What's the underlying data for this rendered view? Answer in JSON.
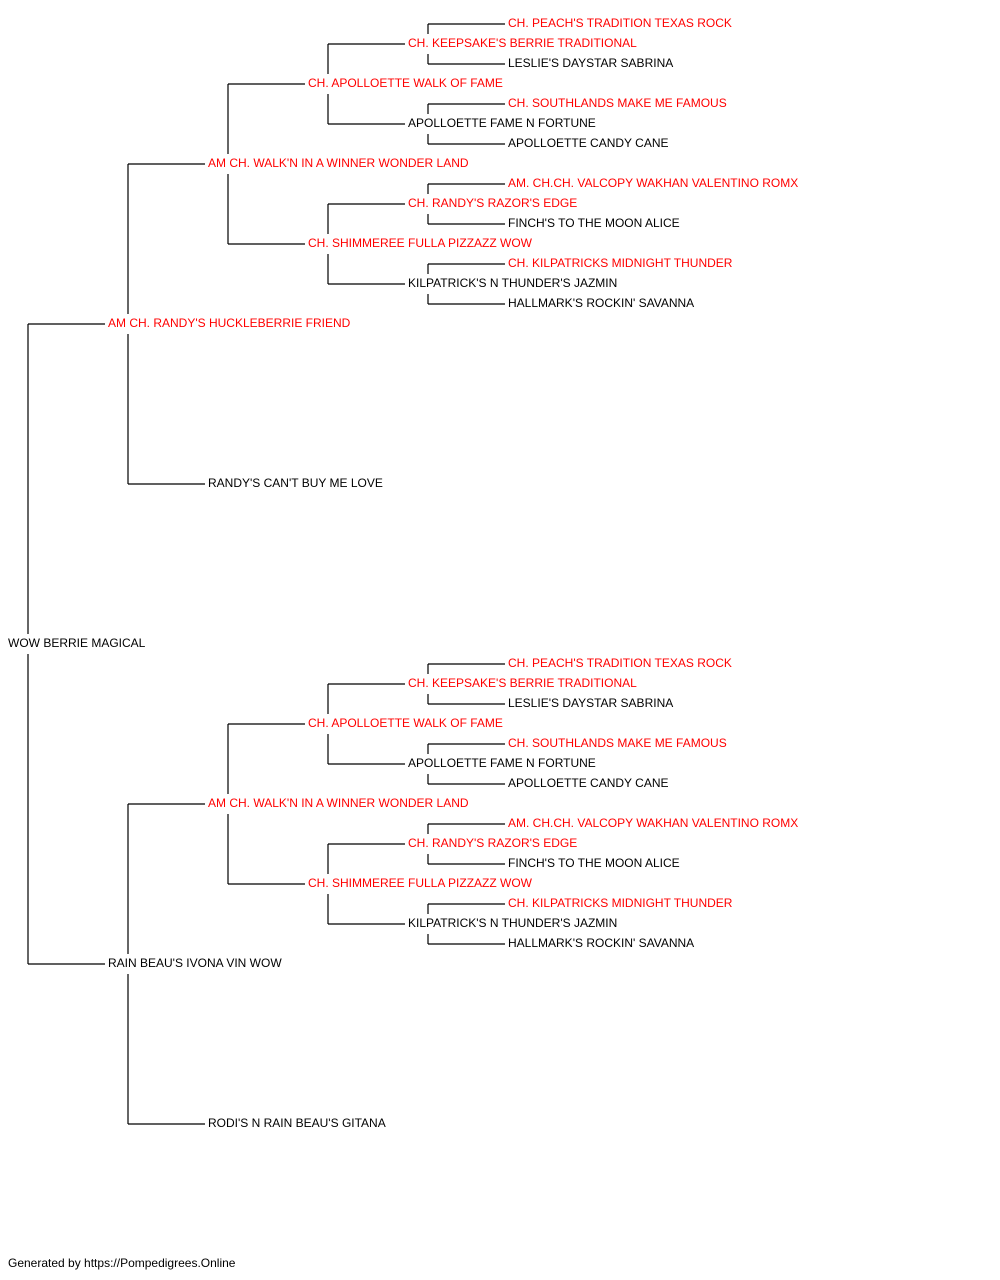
{
  "colors": {
    "champion": "#ff0000",
    "normal": "#000000",
    "line": "#000000"
  },
  "pedigree": {
    "name": "WOW BERRIE MAGICAL",
    "champion": false,
    "sire": {
      "name": "AM CH. RANDY'S HUCKLEBERRIE FRIEND",
      "champion": true,
      "sire": {
        "name": "AM CH. WALK'N IN A WINNER WONDER LAND",
        "champion": true,
        "sire": {
          "name": "CH. APOLLOETTE WALK OF FAME",
          "champion": true,
          "sire": {
            "name": "CH. KEEPSAKE'S BERRIE TRADITIONAL",
            "champion": true,
            "sire": {
              "name": "CH. PEACH'S TRADITION TEXAS ROCK",
              "champion": true
            },
            "dam": {
              "name": "LESLIE'S DAYSTAR SABRINA",
              "champion": false
            }
          },
          "dam": {
            "name": "APOLLOETTE FAME N FORTUNE",
            "champion": false,
            "sire": {
              "name": "CH. SOUTHLANDS MAKE ME FAMOUS",
              "champion": true
            },
            "dam": {
              "name": "APOLLOETTE CANDY CANE",
              "champion": false
            }
          }
        },
        "dam": {
          "name": "CH. SHIMMEREE FULLA PIZZAZZ WOW",
          "champion": true,
          "sire": {
            "name": "CH. RANDY'S RAZOR'S EDGE",
            "champion": true,
            "sire": {
              "name": "AM. CH.CH. VALCOPY WAKHAN VALENTINO ROMX",
              "champion": true
            },
            "dam": {
              "name": "FINCH'S TO THE MOON ALICE",
              "champion": false
            }
          },
          "dam": {
            "name": "KILPATRICK'S N THUNDER'S JAZMIN",
            "champion": false,
            "sire": {
              "name": "CH. KILPATRICKS MIDNIGHT THUNDER",
              "champion": true
            },
            "dam": {
              "name": "HALLMARK'S ROCKIN' SAVANNA",
              "champion": false
            }
          }
        }
      },
      "dam": {
        "name": "RANDY'S CAN'T BUY ME LOVE",
        "champion": false
      }
    },
    "dam": {
      "name": "RAIN BEAU'S IVONA VIN WOW",
      "champion": false,
      "sire": {
        "name": "AM CH. WALK'N IN A WINNER WONDER LAND",
        "champion": true,
        "sire": {
          "name": "CH. APOLLOETTE WALK OF FAME",
          "champion": true,
          "sire": {
            "name": "CH. KEEPSAKE'S BERRIE TRADITIONAL",
            "champion": true,
            "sire": {
              "name": "CH. PEACH'S TRADITION TEXAS ROCK",
              "champion": true
            },
            "dam": {
              "name": "LESLIE'S DAYSTAR SABRINA",
              "champion": false
            }
          },
          "dam": {
            "name": "APOLLOETTE FAME N FORTUNE",
            "champion": false,
            "sire": {
              "name": "CH. SOUTHLANDS MAKE ME FAMOUS",
              "champion": true
            },
            "dam": {
              "name": "APOLLOETTE CANDY CANE",
              "champion": false
            }
          }
        },
        "dam": {
          "name": "CH. SHIMMEREE FULLA PIZZAZZ WOW",
          "champion": true,
          "sire": {
            "name": "CH. RANDY'S RAZOR'S EDGE",
            "champion": true,
            "sire": {
              "name": "AM. CH.CH. VALCOPY WAKHAN VALENTINO ROMX",
              "champion": true
            },
            "dam": {
              "name": "FINCH'S TO THE MOON ALICE",
              "champion": false
            }
          },
          "dam": {
            "name": "KILPATRICK'S N THUNDER'S JAZMIN",
            "champion": false,
            "sire": {
              "name": "CH. KILPATRICKS MIDNIGHT THUNDER",
              "champion": true
            },
            "dam": {
              "name": "HALLMARK'S ROCKIN' SAVANNA",
              "champion": false
            }
          }
        }
      },
      "dam": {
        "name": "RODI'S N RAIN BEAU'S GITANA",
        "champion": false
      }
    }
  },
  "footer": {
    "text": "Generated by https://Pompedigrees.Online"
  }
}
